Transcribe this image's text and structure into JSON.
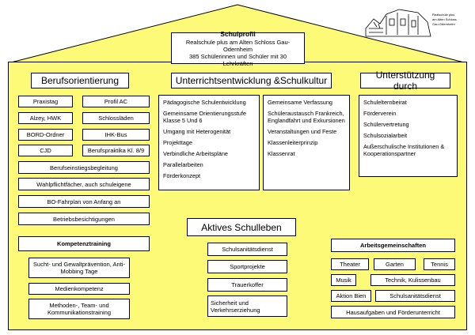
{
  "profile": {
    "title": "Schulprofil",
    "line1": "Realschule plus am Alten Schloss Gau-Odernheim",
    "line2": "385 Schülerinnen und Schüler mit 30 Lehrkräften"
  },
  "columns": {
    "berufsorientierung": "Berufsorientierung",
    "unterricht": "Unterrichtsentwicklung &Schulkultur",
    "unterstuetzung": "Unterstützung durch"
  },
  "bo_grid": [
    [
      "Praxistag",
      "Profil AC"
    ],
    [
      "Alzey, HWK",
      "Schlossläden"
    ],
    [
      "BORD-Ordner",
      "IHK-Bus"
    ],
    [
      "CJD",
      "Berufspraktika Kl. 8/9"
    ]
  ],
  "bo_full": [
    "Berufseinstiegsbegleitung",
    "Wahlpflichtfächer, auch schuleigene",
    "BO-Fahrplan von Anfang an",
    "Betriebsbesichtigungen"
  ],
  "unterricht_left": [
    "Pädagogische Schulentwicklung",
    "Gemeinsame Orientierungsstufe Klasse 5 Und 6",
    "Umgang mit Heterogenität",
    "Projekttage",
    "Verbindliche Arbeitspläne",
    "Parallelarbeiten",
    "Förderkonzept"
  ],
  "unterricht_right": [
    "Gemeinsame Verfassung",
    "Schüleraustausch Frankreich, Englandfahrt und Exkursionen",
    "Veranstaltungen und Feste",
    "Klassenleiterprinzip",
    "Klassenrat"
  ],
  "unterstuetzung_items": [
    "Schulelternbeirat",
    "Förderverein",
    "Schülervertretung",
    "Schulsozialarbeit",
    "Außerschulische Institutionen & Kooperationspartner"
  ],
  "aktives": {
    "title": "Aktives Schulleben"
  },
  "kompetenz": {
    "title": "Kompetenztraining",
    "items": [
      "Sucht- und Gewaltprävention, Anti-Mobbing Tage",
      "Medienkompetenz",
      "Methoden-, Team- und Kommunikationstraining"
    ]
  },
  "middle_items": [
    "Schulsanitätsdienst",
    "Sportprojekte",
    "Trauerkoffer",
    "Sicherheit und Verkehrserziehung"
  ],
  "ag": {
    "title": "Arbeitsgemeinschaften",
    "row1": [
      "Theater",
      "Garten",
      "Tennis"
    ],
    "row2": [
      "Musik",
      "Technik, Kulissenbau"
    ],
    "row3": [
      "Aktion Bien",
      "Schulsanitätsdienst"
    ],
    "row4": "Hausaufgaben und Förderunterricht"
  },
  "logo_caption": "Realschule plus am Alten Schloss Gau-Odernheim",
  "colors": {
    "fill": "#fdfa78",
    "stroke": "#000000"
  }
}
